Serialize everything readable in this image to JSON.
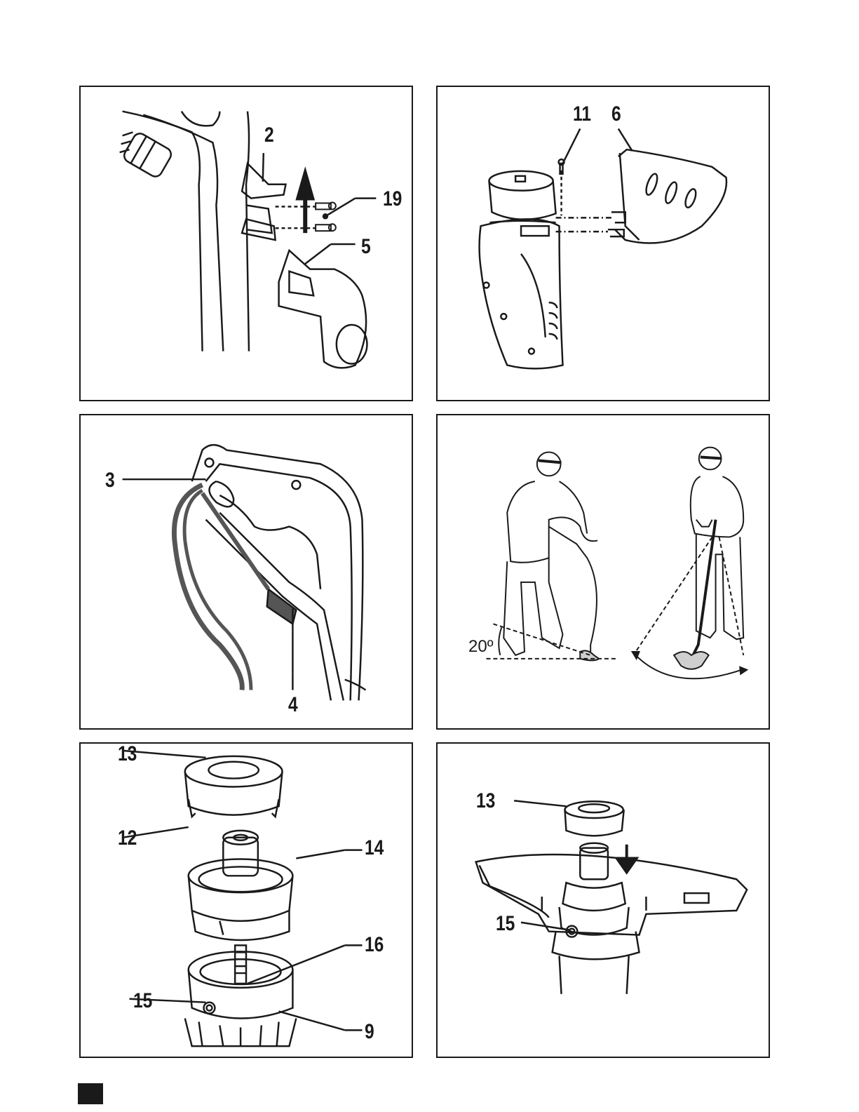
{
  "figures": [
    {
      "id": "fig1",
      "labels": [
        "2",
        "19",
        "5"
      ]
    },
    {
      "id": "fig2",
      "labels": [
        "11",
        "6"
      ]
    },
    {
      "id": "fig3",
      "labels": [
        "3",
        "4"
      ]
    },
    {
      "id": "fig4",
      "angle_label": "20º"
    },
    {
      "id": "fig5",
      "labels": [
        "13",
        "12",
        "14",
        "16",
        "15",
        "9"
      ]
    },
    {
      "id": "fig6",
      "labels": [
        "13",
        "15"
      ]
    }
  ],
  "colors": {
    "line": "#1a1a1a",
    "cable": "#555555",
    "shade": "#cfcfcf"
  },
  "icons": [
    "arrow-up-icon",
    "arrow-down-icon",
    "page-marker-square"
  ]
}
